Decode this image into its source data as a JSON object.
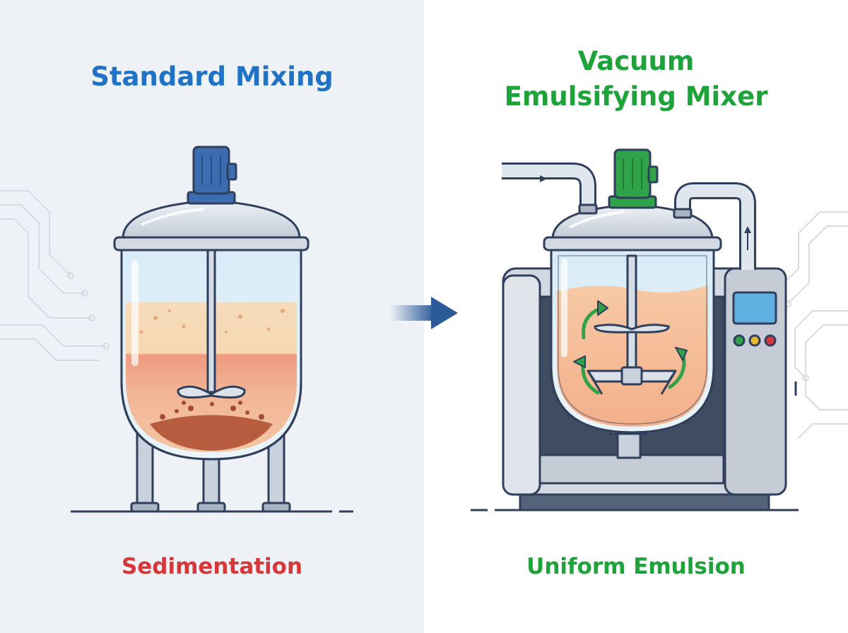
{
  "left": {
    "title": "Standard Mixing",
    "caption": "Sedimentation",
    "title_color": "#1f72c4",
    "caption_color": "#d8373a"
  },
  "right": {
    "title_line1": "Vacuum",
    "title_line2": "Emulsifying Mixer",
    "caption": "Uniform Emulsion",
    "title_color": "#1ea23a",
    "caption_color": "#1ea23a"
  },
  "colors": {
    "outline": "#2f3f5c",
    "steel": "#c9d1dc",
    "steel_light": "#e6ebf1",
    "motor_blue": "#3c6db0",
    "motor_green": "#2fa24a",
    "arrow": "#2d5b9a"
  },
  "icons": [
    "circuit-pattern-icon",
    "motor-icon",
    "impeller-icon",
    "flow-arrow-icon",
    "pipe-arrow-icon"
  ]
}
